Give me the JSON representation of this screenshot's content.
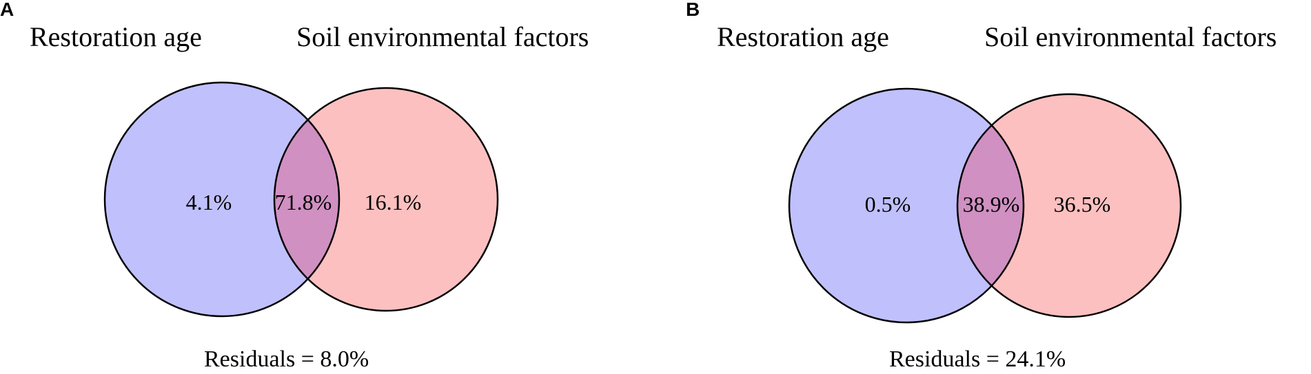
{
  "colors": {
    "set_a_fill": "#c0c0fd",
    "set_b_fill": "#fdc0c0",
    "overlap_fill": "#d090c2",
    "outline": "#000000"
  },
  "panels": [
    {
      "letter": "A",
      "set_a_label": "Restoration age",
      "set_b_label": "Soil environmental factors",
      "only_a": "4.1%",
      "overlap": "71.8%",
      "only_b": "16.1%",
      "residuals": "Residuals = 8.0%"
    },
    {
      "letter": "B",
      "set_a_label": "Restoration age",
      "set_b_label": "Soil environmental factors",
      "only_a": "0.5%",
      "overlap": "38.9%",
      "only_b": "36.5%",
      "residuals": "Residuals = 24.1%"
    }
  ]
}
